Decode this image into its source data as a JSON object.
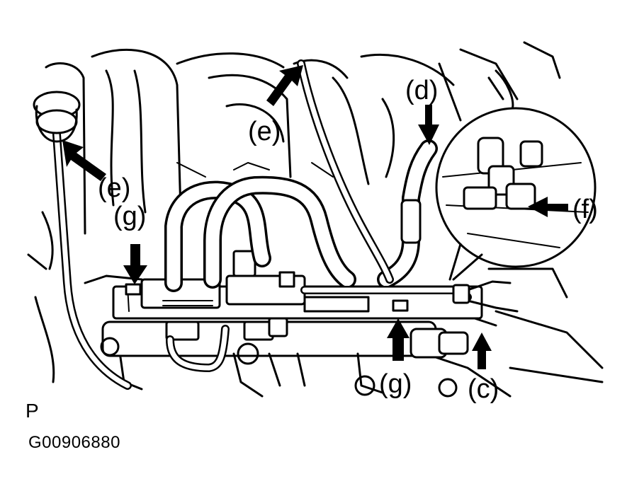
{
  "callouts": {
    "e_left": "(e)",
    "e_top": "(e)",
    "d": "(d)",
    "f": "(f)",
    "g_left": "(g)",
    "g_bottom": "(g)",
    "c": "(c)"
  },
  "corner_mark": "P",
  "figure_id": "G00906880"
}
